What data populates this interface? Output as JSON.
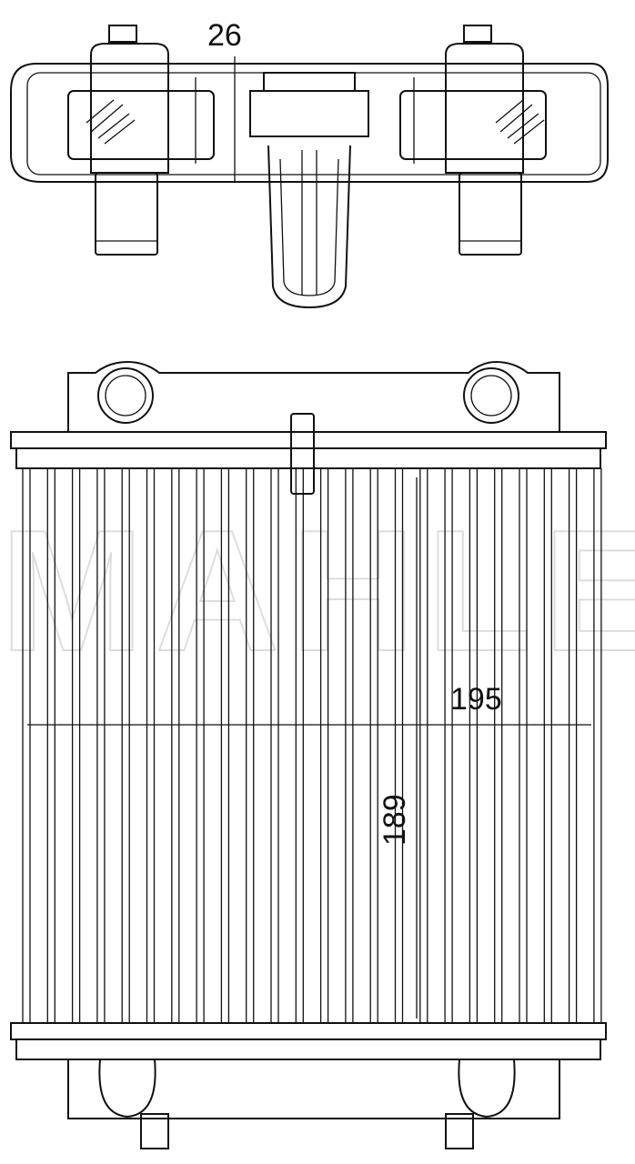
{
  "drawing": {
    "watermark": "MAHLE",
    "dimensions": {
      "depth": "26",
      "width": "195",
      "height": "189"
    }
  }
}
